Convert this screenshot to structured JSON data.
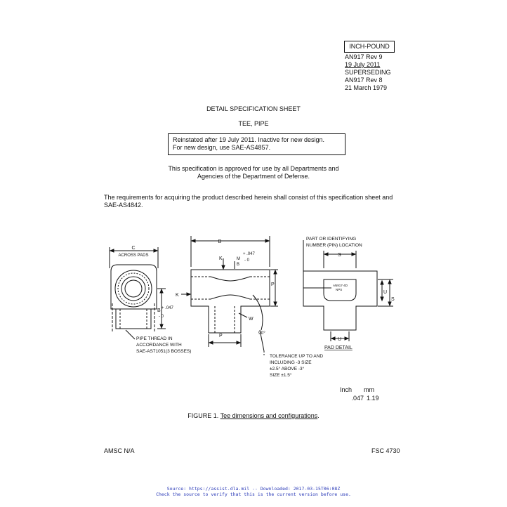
{
  "header": {
    "inch_pound": "INCH-POUND",
    "revision_block": [
      "AN917 Rev 9",
      "19 July 2011",
      "SUPERSEDING",
      "AN917 Rev 8",
      "21 March 1979"
    ]
  },
  "title": "DETAIL SPECIFICATION SHEET",
  "subtitle": "TEE, PIPE",
  "notice": [
    "Reinstated after 19 July 2011.  Inactive for new design.",
    "For new design, use SAE-AS4857."
  ],
  "approval": [
    "This specification is approved for use by all Departments and",
    "Agencies of the Department of Defense."
  ],
  "requirements": [
    "The requirements for acquiring the product described herein shall consist of this specification sheet and",
    "SAE-AS4842."
  ],
  "figure": {
    "left_view": {
      "dim_c": "C",
      "across_pads": "ACROSS PADS",
      "dim_b_label": "B",
      "tol_plus": "+ .047",
      "tol_minus": "- 0",
      "thread_note": [
        "PIPE THREAD IN",
        "ACCORDANCE WITH",
        "SAE-AS71051(3 BOSSES)"
      ]
    },
    "center_view": {
      "dim_b": "B",
      "dim_k": "K",
      "dim_k2": "K",
      "dim_m": "M",
      "dim_b2": "B",
      "dim_p": "P",
      "dim_p2": "P",
      "dim_w": "W",
      "tol_plus": "+ .047",
      "tol_minus": "- 0",
      "angle": "90°",
      "tolerance_note": [
        "TOLERANCE UP TO AND",
        "INCLUDING -3 SIZE",
        "±2.5° ABOVE -3°",
        "SIZE ±1.5°"
      ]
    },
    "right_view": {
      "pin_note": [
        "PART OR IDENTIFYING",
        "NUMBER (PIN) LOCATION"
      ],
      "dim_s": "S",
      "dim_s2": "S",
      "dim_u": "U",
      "dim_u2": "U",
      "pad_text": [
        "AN917-4D",
        "NPS"
      ],
      "pad_detail": "PAD DETAIL"
    },
    "conversion": {
      "headers": [
        "Inch",
        "mm"
      ],
      "rows": [
        [
          ".047",
          "1.19"
        ]
      ]
    },
    "caption_prefix": "FIGURE 1.  ",
    "caption_link": "Tee dimensions and configurations",
    "caption_suffix": "."
  },
  "footer": {
    "amsc": "AMSC N/A",
    "fsc": "FSC 4730",
    "source_line1": "Source: https://assist.dla.mil -- Downloaded: 2017-03-15T06:08Z",
    "source_line2": "Check the source to verify that this is the current version before use."
  }
}
